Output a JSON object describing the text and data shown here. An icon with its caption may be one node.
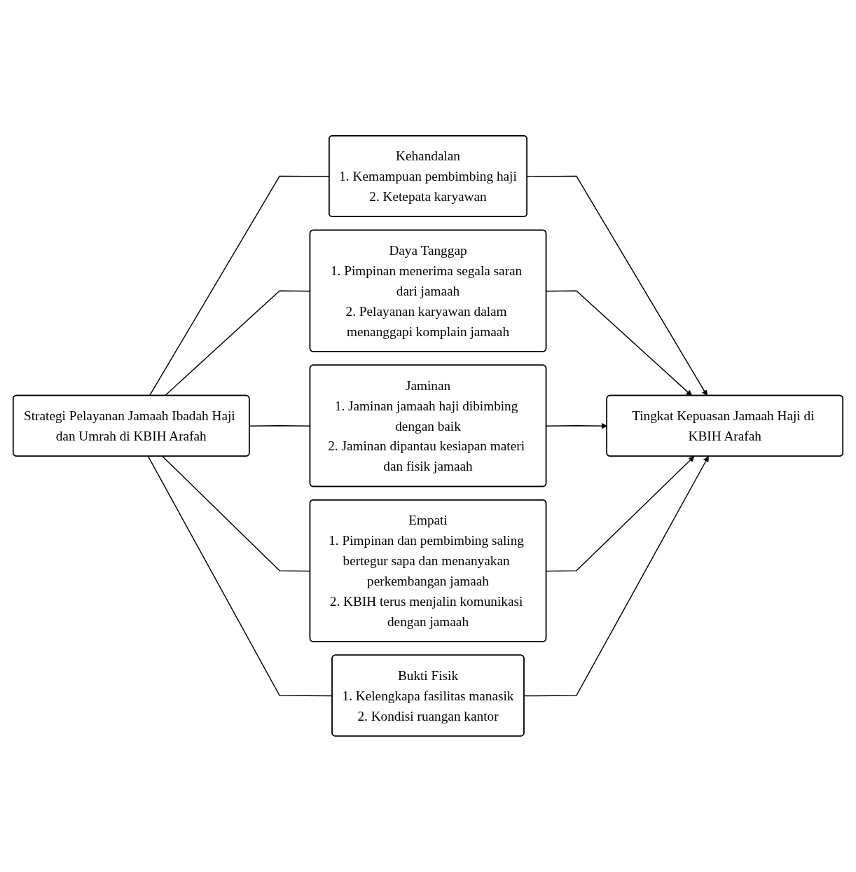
{
  "diagram": {
    "nodes": [
      {
        "text": [
          "Strategi Pelayanan Jamaah Ibadah Haji dan Umrah di KBIH Arafah"
        ]
      },
      {
        "text": [
          "Kehandalan",
          "1. Kemampuan pembimbing haji",
          "2. Ketepata karyawan"
        ]
      },
      {
        "text": [
          "Daya Tanggap",
          "1. Pimpinan menerima segala saran dari jamaah",
          "2. Pelayanan karyawan dalam menanggapi komplain jamaah"
        ]
      },
      {
        "text": [
          "Jaminan",
          "1. Jaminan jamaah haji dibimbing dengan baik",
          "2. Jaminan dipantau kesiapan materi dan fisik jamaah"
        ]
      },
      {
        "text": [
          "Empati",
          "1. Pimpinan dan pembimbing saling bertegur sapa dan menanyakan perkembangan jamaah",
          "2. KBIH terus menjalin komunikasi dengan jamaah"
        ]
      },
      {
        "text": [
          "Bukti Fisik",
          "1. Kelengkapa fasilitas manasik",
          "2. Kondisi ruangan kantor"
        ]
      },
      {
        "text": [
          "Tingkat Kepuasan Jamaah Haji di KBIH Arafah"
        ]
      }
    ],
    "edges": [
      {
        "from": 0,
        "to": 1,
        "arrow": "none"
      },
      {
        "from": 0,
        "to": 2,
        "arrow": "none"
      },
      {
        "from": 0,
        "to": 3,
        "arrow": "none"
      },
      {
        "from": 0,
        "to": 4,
        "arrow": "none"
      },
      {
        "from": 0,
        "to": 5,
        "arrow": "none"
      },
      {
        "from": 1,
        "to": 6,
        "arrow": "to"
      },
      {
        "from": 2,
        "to": 6,
        "arrow": "to"
      },
      {
        "from": 3,
        "to": 6,
        "arrow": "to"
      },
      {
        "from": 4,
        "to": 6,
        "arrow": "to"
      },
      {
        "from": 5,
        "to": 6,
        "arrow": "to"
      }
    ]
  }
}
